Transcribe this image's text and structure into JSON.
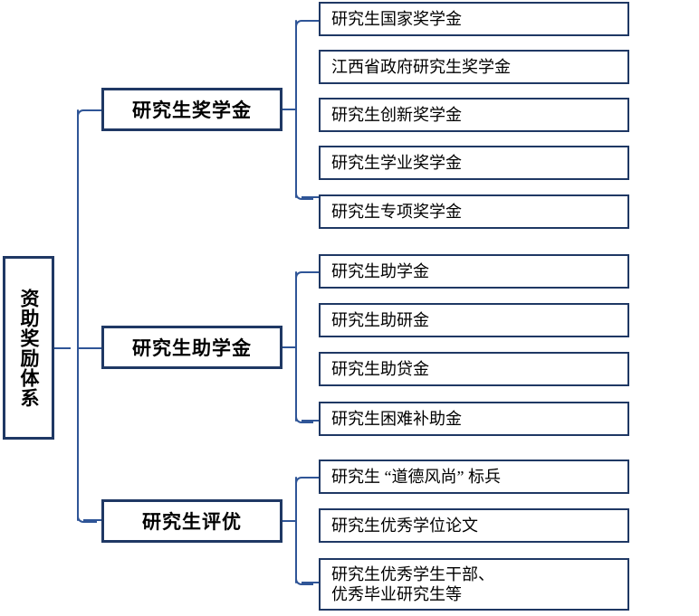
{
  "diagram": {
    "title": "资助奖励体系",
    "root": {
      "label": "资助奖励体系"
    },
    "categories": [
      {
        "id": "scholarship",
        "label": "研究生奖学金",
        "items": [
          {
            "label": "研究生国家奖学金"
          },
          {
            "label": "江西省政府研究生奖学金"
          },
          {
            "label": "研究生创新奖学金"
          },
          {
            "label": "研究生学业奖学金"
          },
          {
            "label": "研究生专项奖学金"
          }
        ]
      },
      {
        "id": "stipend",
        "label": "研究生助学金",
        "items": [
          {
            "label": "研究生助学金"
          },
          {
            "label": "研究生助研金"
          },
          {
            "label": "研究生助贷金"
          },
          {
            "label": "研究生困难补助金"
          }
        ]
      },
      {
        "id": "honors",
        "label": "研究生评优",
        "items": [
          {
            "label": "研究生 “道德风尚” 标兵"
          },
          {
            "label": "研究生优秀学位论文"
          },
          {
            "label": "研究生优秀学生干部、\n优秀毕业研究生等"
          }
        ]
      }
    ],
    "colors": {
      "box_border": "#1f3864",
      "connector": "#2f5597",
      "background": "#ffffff",
      "text": "#000000"
    }
  }
}
